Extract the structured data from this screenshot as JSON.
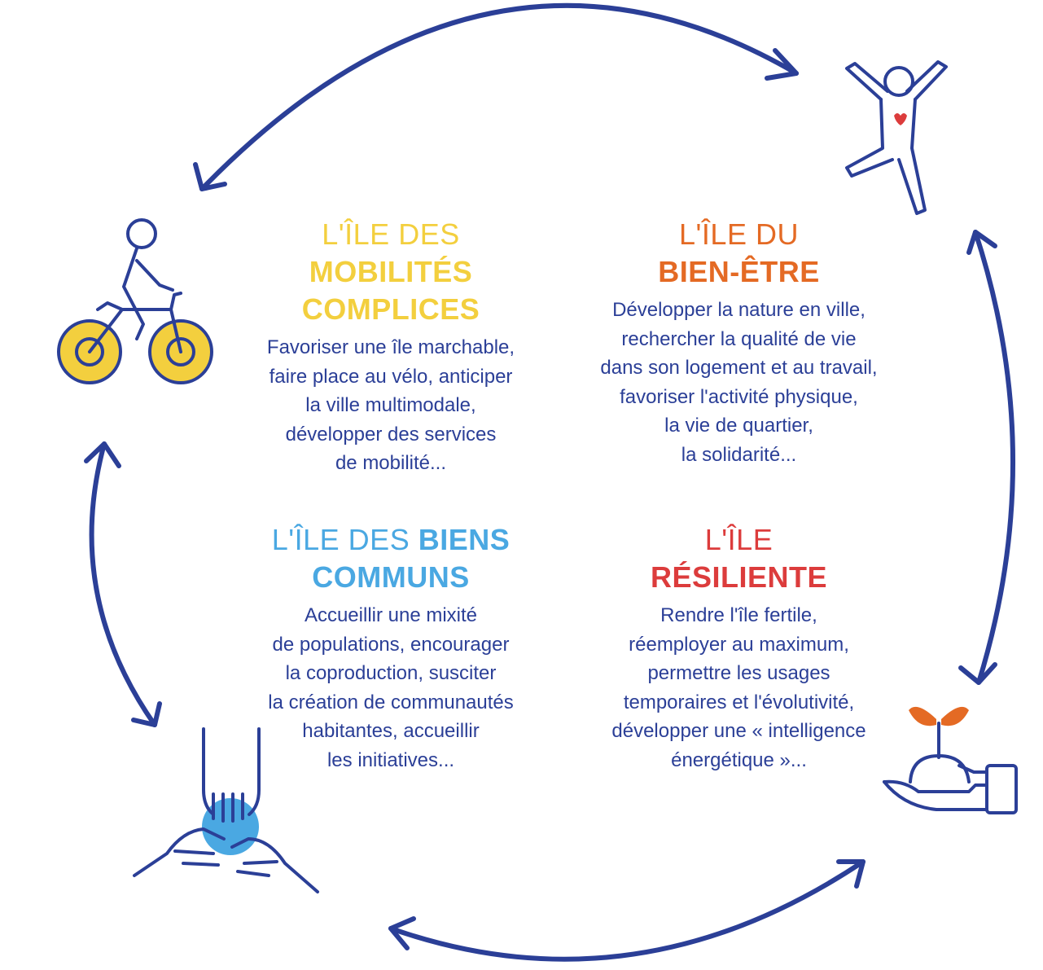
{
  "colors": {
    "navy": "#2b3f97",
    "yellow": "#f3cf3e",
    "orange": "#e46a24",
    "blue": "#4aa8e2",
    "red": "#dc3c3c"
  },
  "icons": {
    "top_left": "cyclist-icon",
    "top_right": "joyful-person-icon",
    "bottom_left": "joined-hands-icon",
    "bottom_right": "hand-holding-sprout-icon"
  },
  "blocks": {
    "mobilites": {
      "title_line1": "L'ÎLE DES",
      "title_line2": "MOBILITÉS",
      "title_line3": "COMPLICES",
      "desc": [
        "Favoriser une île marchable,",
        "faire place au vélo, anticiper",
        "la ville multimodale,",
        "développer des services",
        "de mobilité..."
      ]
    },
    "bien_etre": {
      "title_line1": "L'ÎLE DU",
      "title_line2": "BIEN-ÊTRE",
      "desc": [
        "Développer la nature en ville,",
        "rechercher la qualité de vie",
        "dans son logement et au travail,",
        "favoriser l'activité physique,",
        "la vie de quartier,",
        "la solidarité..."
      ]
    },
    "biens_communs": {
      "title_line1_light": "L'ÎLE DES",
      "title_line1_bold": "BIENS",
      "title_line2": "COMMUNS",
      "desc": [
        "Accueillir une mixité",
        "de populations, encourager",
        "la coproduction, susciter",
        "la création de communautés",
        "habitantes, accueillir",
        "les initiatives..."
      ]
    },
    "resiliente": {
      "title_line1": "L'ÎLE",
      "title_line2": "RÉSILIENTE",
      "desc": [
        "Rendre l'île fertile,",
        "réemployer au maximum,",
        "permettre les usages",
        "temporaires et l'évolutivité,",
        "développer une « intelligence",
        "énergétique »..."
      ]
    }
  }
}
